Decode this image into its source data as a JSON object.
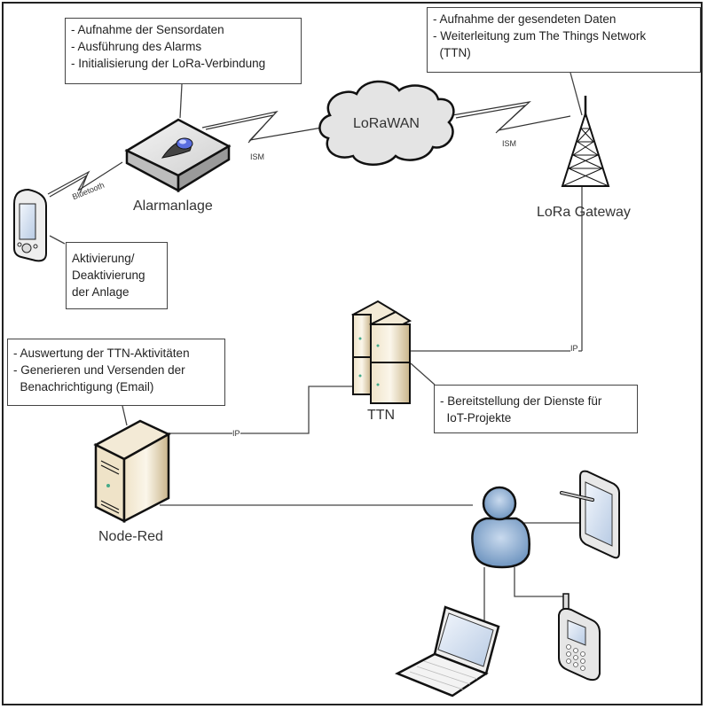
{
  "nodes": {
    "alarm": {
      "label": "Alarmanlage"
    },
    "cloud": {
      "label": "LoRaWAN"
    },
    "gateway": {
      "label": "LoRa Gateway"
    },
    "ttn": {
      "label": "TTN"
    },
    "nodered": {
      "label": "Node-Red"
    }
  },
  "links": {
    "bluetooth": "Bluetooth",
    "ism_left": "ISM",
    "ism_right": "ISM",
    "ip_gateway": "IP",
    "ip_nodered": "IP"
  },
  "notes": {
    "alarm": [
      "- Aufnahme der Sensordaten",
      "- Ausführung des Alarms",
      "- Initialisierung der LoRa-Verbindung"
    ],
    "gateway": [
      "- Aufnahme der gesendeten Daten",
      "- Weiterleitung zum The Things Network",
      "  (TTN)"
    ],
    "phone": [
      "Aktivierung/",
      "Deaktivierung",
      "der Anlage"
    ],
    "nodered": [
      "- Auswertung der TTN-Aktivitäten",
      "- Generieren und Versenden der",
      "  Benachrichtigung (Email)"
    ],
    "ttn": [
      "- Bereitstellung der Dienste für",
      "  IoT-Projekte"
    ]
  },
  "colors": {
    "line": "#444444",
    "user_blue": "#7fa3c9",
    "server_beige": "#d9c9a6",
    "screen_blue": "#dbe6f4",
    "led_blue": "#5a6ee0"
  }
}
